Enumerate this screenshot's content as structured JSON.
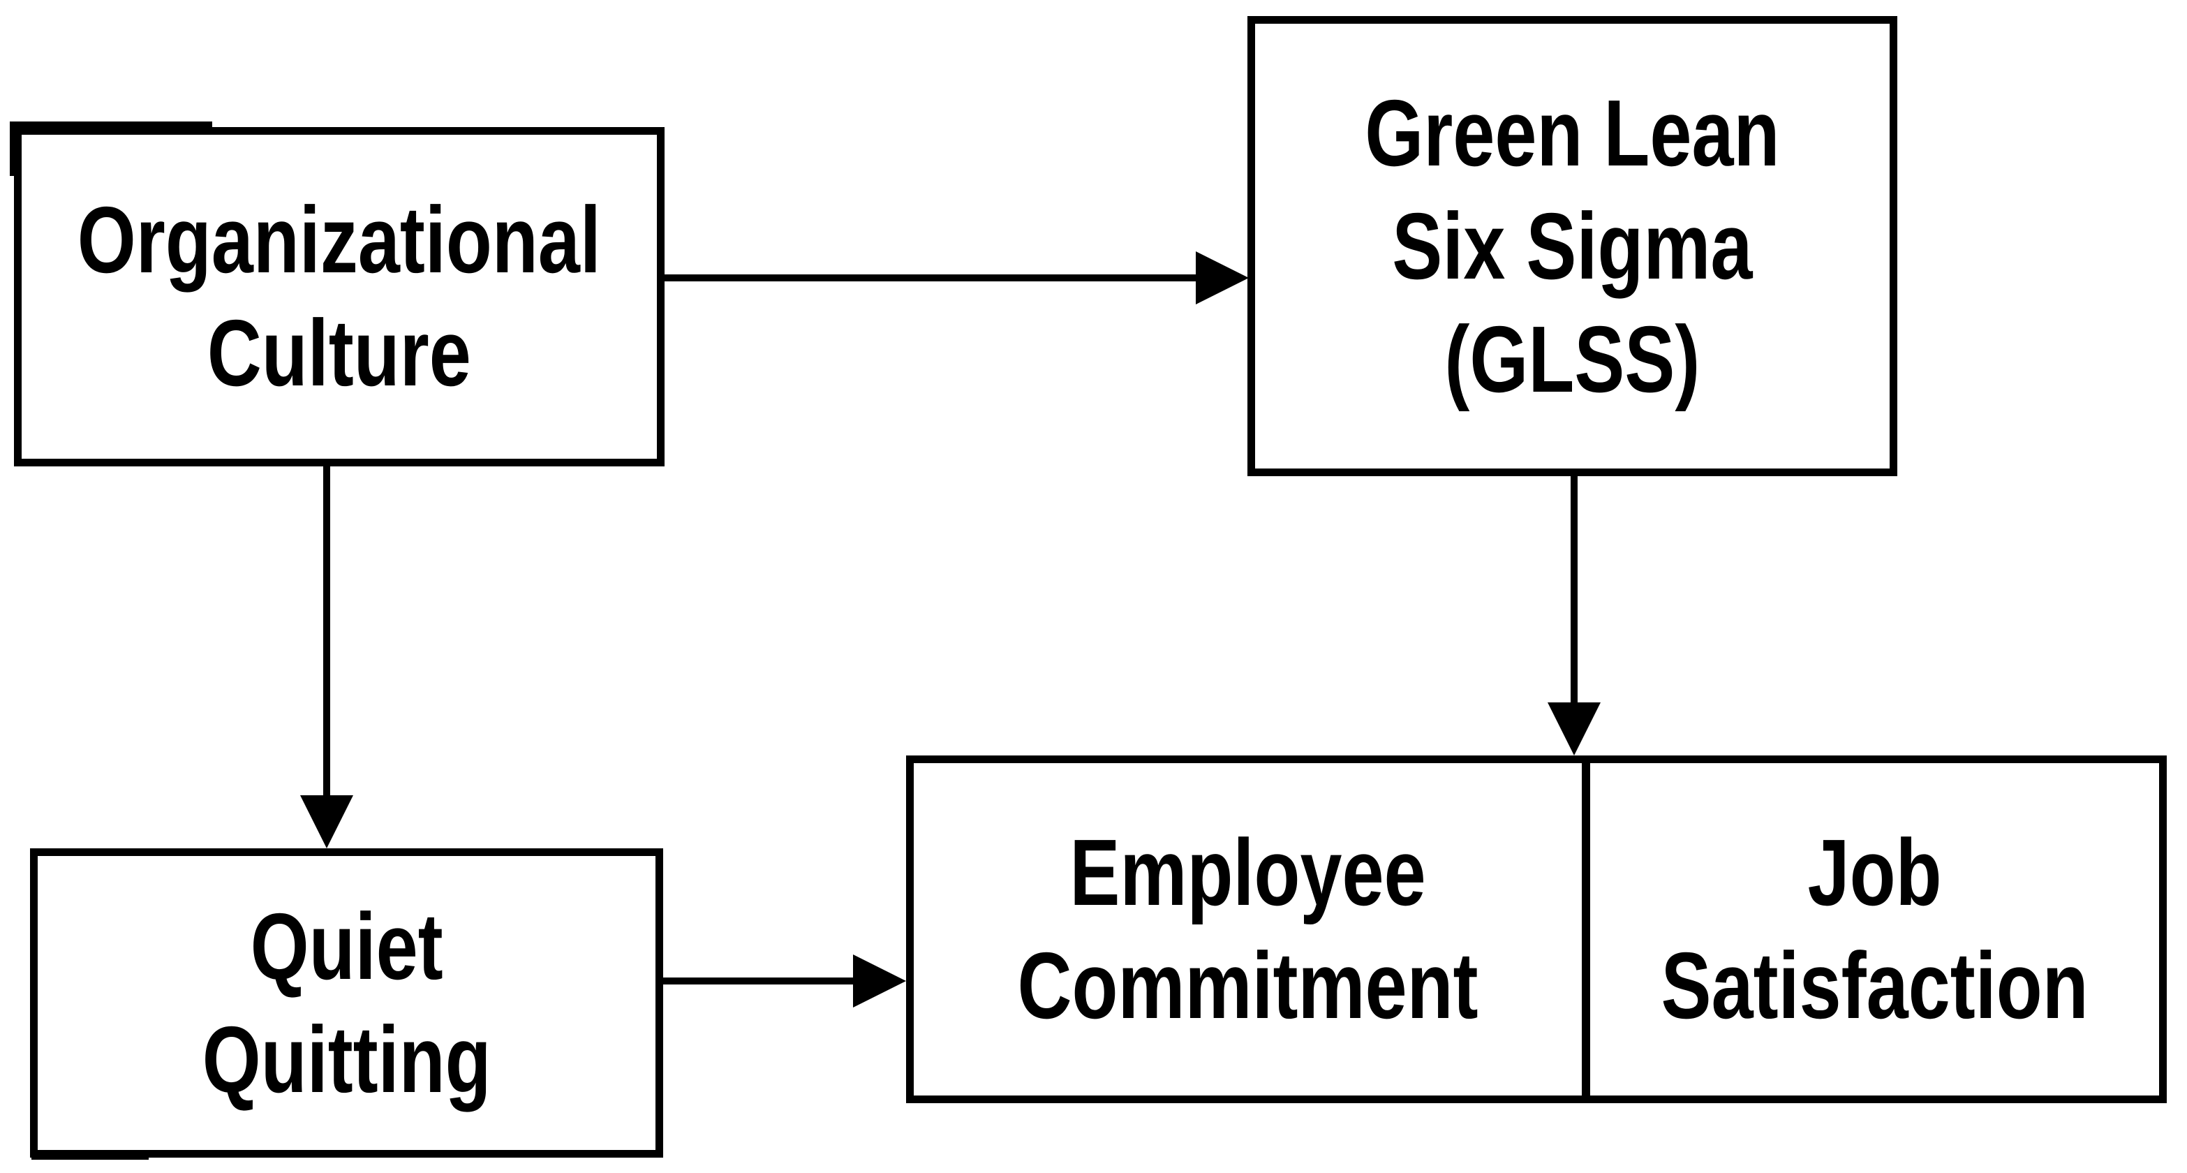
{
  "diagram": {
    "type": "conceptual-framework-flowchart",
    "background_color": "#ffffff",
    "stroke_color": "#000000",
    "nodes": {
      "org": {
        "line1": "Organizational",
        "line2": "Culture"
      },
      "glss": {
        "line1": "Green Lean",
        "line2": "Six Sigma",
        "line3": "(GLSS)"
      },
      "quiet": {
        "line1": "Quiet",
        "line2": "Quitting"
      },
      "commitment": {
        "line1": "Employee",
        "line2": "Commitment"
      },
      "satisfaction": {
        "line1": "Job",
        "line2": "Satisfaction"
      }
    },
    "edges": [
      {
        "from": "Organizational Culture",
        "to": "Green Lean Six Sigma (GLSS)",
        "direction": "right"
      },
      {
        "from": "Organizational Culture",
        "to": "Quiet Quitting",
        "direction": "down"
      },
      {
        "from": "Green Lean Six Sigma (GLSS)",
        "to": "Employee Commitment / Job Satisfaction",
        "direction": "down"
      },
      {
        "from": "Quiet Quitting",
        "to": "Employee Commitment / Job Satisfaction",
        "direction": "right"
      }
    ]
  }
}
